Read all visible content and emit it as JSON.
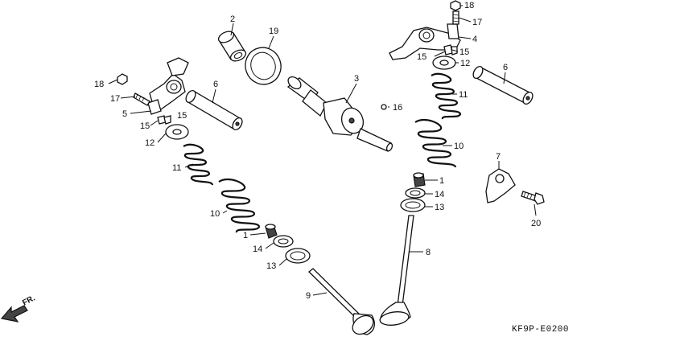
{
  "diagram_code": "KF9P-E0200",
  "front_arrow_label": "FR.",
  "colors": {
    "ink": "#111111",
    "background": "#ffffff"
  },
  "callouts": {
    "c1a": "1",
    "c1b": "1",
    "c2": "2",
    "c3": "3",
    "c4": "4",
    "c5": "5",
    "c6a": "6",
    "c6b": "6",
    "c7": "7",
    "c8": "8",
    "c9": "9",
    "c10a": "10",
    "c10b": "10",
    "c11a": "11",
    "c11b": "11",
    "c12a": "12",
    "c12b": "12",
    "c13a": "13",
    "c13b": "13",
    "c14a": "14",
    "c14b": "14",
    "c15a": "15",
    "c15b": "15",
    "c15c": "15",
    "c16": "16",
    "c17a": "17",
    "c17b": "17",
    "c18a": "18",
    "c18b": "18",
    "c19": "19",
    "c20": "20"
  }
}
